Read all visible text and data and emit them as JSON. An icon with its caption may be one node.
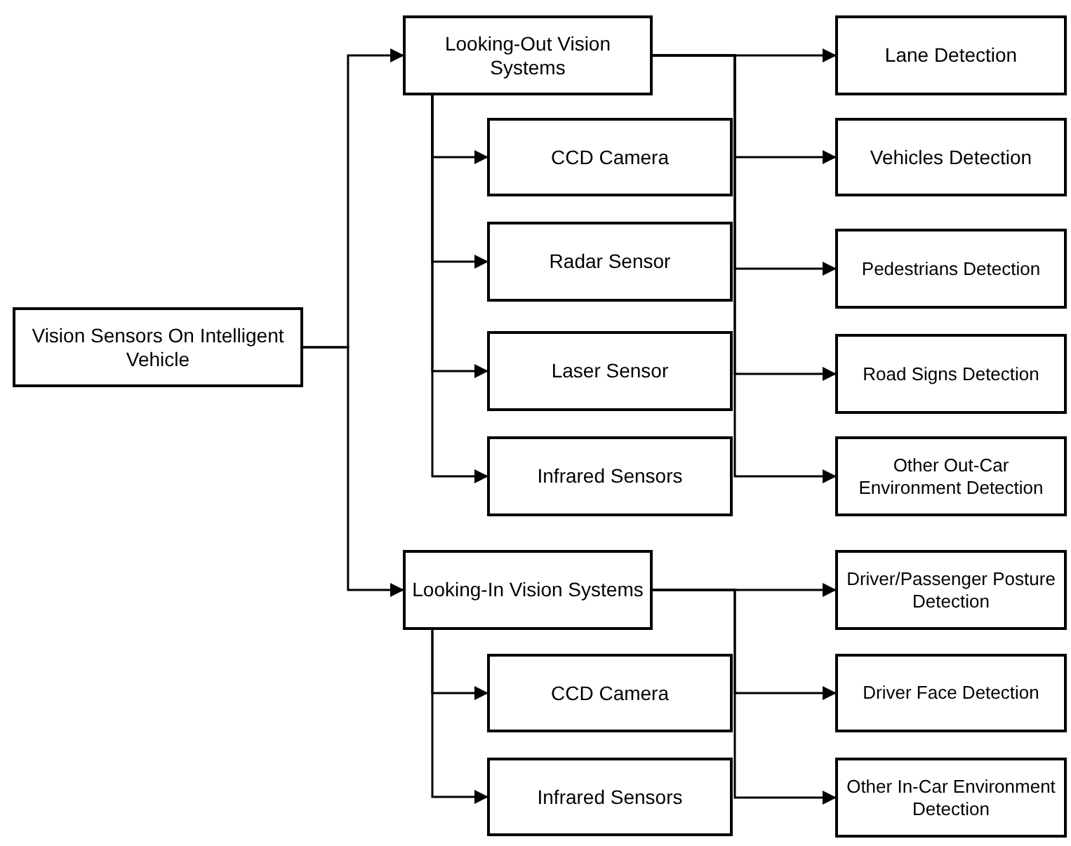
{
  "diagram": {
    "nodes": [
      {
        "text": [
          "Vision Sensors On Intelligent Vehicle"
        ]
      },
      {
        "text": [
          "Looking-Out Vision Systems"
        ]
      },
      {
        "text": [
          "CCD Camera"
        ]
      },
      {
        "text": [
          "Radar Sensor"
        ]
      },
      {
        "text": [
          "Laser Sensor"
        ]
      },
      {
        "text": [
          "Infrared Sensors"
        ]
      },
      {
        "text": [
          "Lane Detection"
        ]
      },
      {
        "text": [
          "Vehicles Detection"
        ]
      },
      {
        "text": [
          "Pedestrians Detection"
        ]
      },
      {
        "text": [
          "Road Signs Detection"
        ]
      },
      {
        "text": [
          "Other Out-Car Environment Detection"
        ]
      },
      {
        "text": [
          "Looking-In Vision Systems"
        ]
      },
      {
        "text": [
          "CCD Camera"
        ]
      },
      {
        "text": [
          "Infrared Sensors"
        ]
      },
      {
        "text": [
          "Driver/Passenger Posture Detection"
        ]
      },
      {
        "text": [
          "Driver Face Detection"
        ]
      },
      {
        "text": [
          "Other In-Car Environment Detection"
        ]
      }
    ],
    "edges": [
      {
        "from": 0,
        "to": 1,
        "arrow": "to"
      },
      {
        "from": 0,
        "to": 11,
        "arrow": "to"
      },
      {
        "from": 1,
        "to": 2,
        "arrow": "to"
      },
      {
        "from": 1,
        "to": 3,
        "arrow": "to"
      },
      {
        "from": 1,
        "to": 4,
        "arrow": "to"
      },
      {
        "from": 1,
        "to": 5,
        "arrow": "to"
      },
      {
        "from": 1,
        "to": 6,
        "arrow": "to"
      },
      {
        "from": 1,
        "to": 7,
        "arrow": "to"
      },
      {
        "from": 1,
        "to": 8,
        "arrow": "to"
      },
      {
        "from": 1,
        "to": 9,
        "arrow": "to"
      },
      {
        "from": 1,
        "to": 10,
        "arrow": "to"
      },
      {
        "from": 11,
        "to": 12,
        "arrow": "to"
      },
      {
        "from": 11,
        "to": 13,
        "arrow": "to"
      },
      {
        "from": 11,
        "to": 14,
        "arrow": "to"
      },
      {
        "from": 11,
        "to": 15,
        "arrow": "to"
      },
      {
        "from": 11,
        "to": 16,
        "arrow": "to"
      }
    ]
  }
}
